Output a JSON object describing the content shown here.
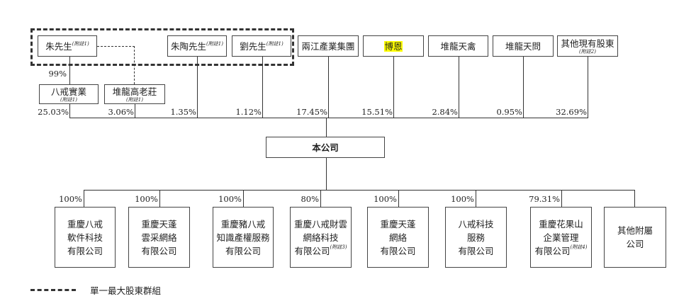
{
  "shareholders": [
    {
      "name": "朱先生",
      "note": "(附註1)"
    },
    {
      "name": "朱陶先生",
      "note": "(附註1)"
    },
    {
      "name": "劉先生",
      "note": "(附註1)"
    },
    {
      "name": "兩江產業集團"
    },
    {
      "name": "博恩"
    },
    {
      "name": "堆龍天禽"
    },
    {
      "name": "堆龍天問"
    },
    {
      "name": "其他現有股東",
      "note": "(附註2)"
    }
  ],
  "intermediates": [
    {
      "name": "八戒實業",
      "note": "(附註1)"
    },
    {
      "name": "堆龍高老莊",
      "note": "(附註1)"
    }
  ],
  "zhu_to_bajie_pct": "99%",
  "holding_pcts": [
    "25.03%",
    "3.06%",
    "1.35%",
    "1.12%",
    "17.45%",
    "15.51%",
    "2.84%",
    "0.95%",
    "32.69%"
  ],
  "company": "本公司",
  "subsidiaries": [
    {
      "lines": [
        "重慶八戒",
        "軟件科技",
        "有限公司"
      ],
      "pct": "100%"
    },
    {
      "lines": [
        "重慶天蓬",
        "雲采網絡",
        "有限公司"
      ],
      "pct": "100%"
    },
    {
      "lines": [
        "重慶豬八戒",
        "知識產權服務",
        "有限公司"
      ],
      "pct": "100%"
    },
    {
      "lines": [
        "重慶八戒財雲",
        "網絡科技",
        "有限公司"
      ],
      "note": "(附註3)",
      "pct": "80%"
    },
    {
      "lines": [
        "重慶天蓬",
        "網絡",
        "有限公司"
      ],
      "pct": "100%"
    },
    {
      "lines": [
        "八戒科技",
        "服務",
        "有限公司"
      ],
      "pct": "100%"
    },
    {
      "lines": [
        "重慶花果山",
        "企業管理",
        "有限公司"
      ],
      "note": "(附註4)",
      "pct": "79.31%"
    },
    {
      "lines": [
        "其他附屬",
        "公司"
      ]
    }
  ],
  "legend": {
    "label": "單一最大股東群組"
  },
  "highlight_color": "#ffff00"
}
